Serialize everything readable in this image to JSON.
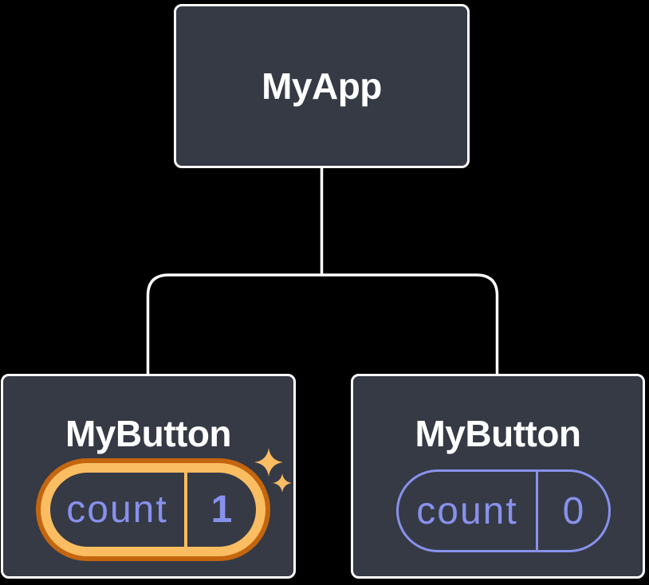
{
  "colors": {
    "background": "#000000",
    "node_fill": "#353A45",
    "node_border": "#FFFFFF",
    "connector": "#FFFFFF",
    "text_primary": "#FFFFFF",
    "state_purple": "#8891EC",
    "highlight_gold": "#FABD62",
    "highlight_orange": "#C4660F",
    "sparkle_gold": "#FBBC64"
  },
  "tree": {
    "root": {
      "label": "MyApp"
    },
    "children": [
      {
        "label": "MyButton",
        "state": {
          "key": "count",
          "value": "1"
        },
        "highlighted": true,
        "icon": "sparkle-icon"
      },
      {
        "label": "MyButton",
        "state": {
          "key": "count",
          "value": "0"
        },
        "highlighted": false
      }
    ]
  }
}
